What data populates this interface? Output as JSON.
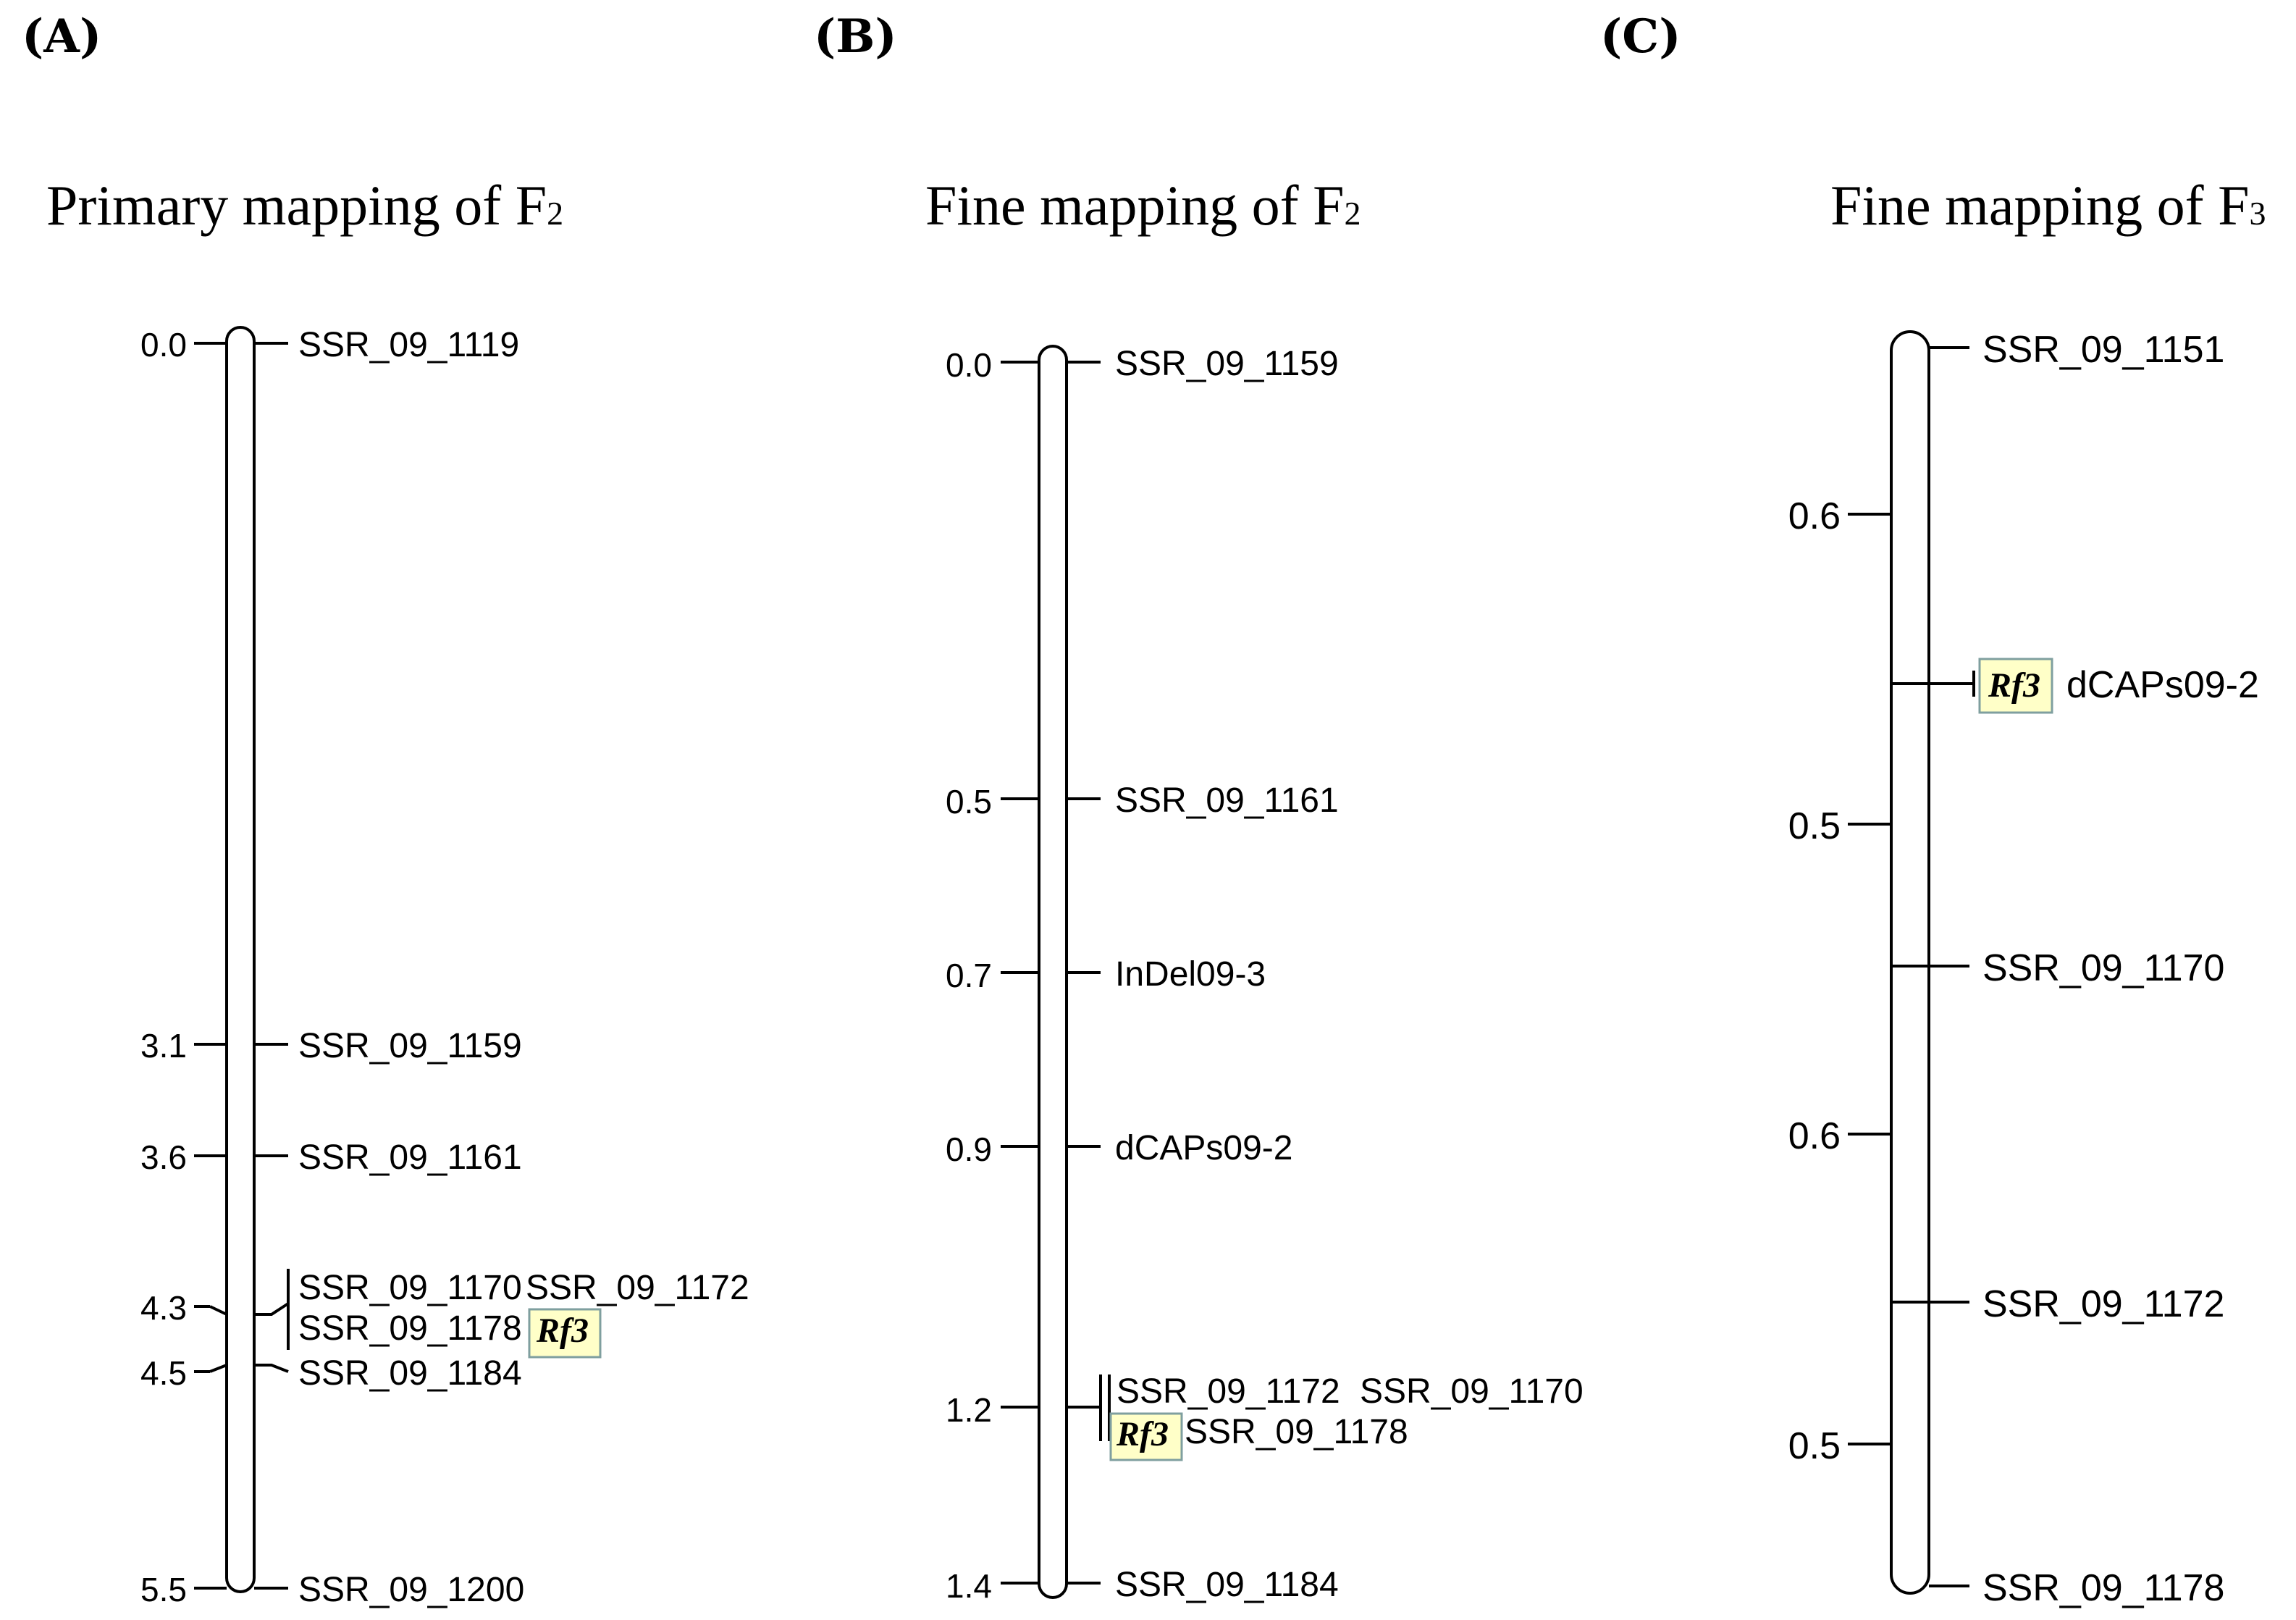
{
  "panels": [
    {
      "letter": "(A)",
      "title": "Primary mapping of F",
      "title_sub": "2",
      "positions": [
        "0.0",
        "3.1",
        "3.6",
        "4.3",
        "4.5",
        "5.5"
      ],
      "markers": [
        "SSR_09_1119",
        "SSR_09_1159",
        "SSR_09_1161",
        "SSR_09_1170",
        "SSR_09_1172",
        "SSR_09_1178",
        "SSR_09_1184",
        "SSR_09_1200"
      ],
      "gene": "Rf3"
    },
    {
      "letter": "(B)",
      "title": "Fine mapping of F",
      "title_sub": "2",
      "positions": [
        "0.0",
        "0.5",
        "0.7",
        "0.9",
        "1.2",
        "1.4"
      ],
      "markers": [
        "SSR_09_1159",
        "SSR_09_1161",
        "InDel09-3",
        "dCAPs09-2",
        "SSR_09_1172",
        "SSR_09_1170",
        "SSR_09_1178",
        "SSR_09_1184"
      ],
      "gene": "Rf3"
    },
    {
      "letter": "(C)",
      "title": "Fine mapping of F",
      "title_sub": "3",
      "positions": [
        "0.6",
        "0.5",
        "0.6",
        "0.5"
      ],
      "markers": [
        "SSR_09_1151",
        "dCAPs09-2",
        "SSR_09_1170",
        "SSR_09_1172",
        "SSR_09_1178"
      ],
      "gene": "Rf3"
    }
  ],
  "colors": {
    "gene_highlight": "#ffffc8",
    "gene_border": "#7f9f9f",
    "line": "#000000"
  }
}
